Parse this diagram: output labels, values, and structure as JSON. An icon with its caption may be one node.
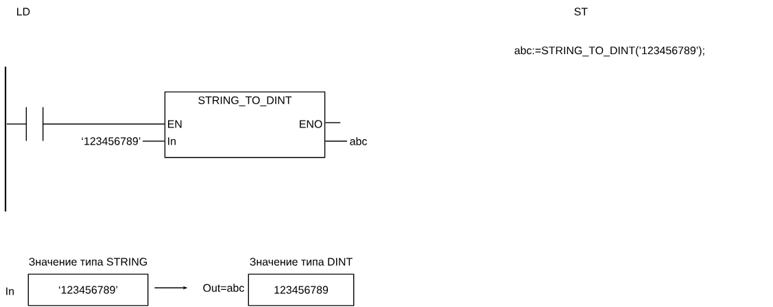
{
  "diagram": {
    "nodes": [
      {
        "text": [],
        "shape": "bar"
      },
      {
        "text": [],
        "shape": "contact"
      },
      {
        "text": [
          "STRING_TO_DINT",
          "EN",
          "ENO",
          "In"
        ]
      },
      {
        "text": [
          "‘123456789’"
        ]
      },
      {
        "text": [
          "abc"
        ]
      },
      {
        "text": [
          "Значение типа STRING",
          "‘123456789’"
        ],
        "beside": [
          "In"
        ]
      },
      {
        "text": [
          "Значение типа DINT",
          "123456789"
        ],
        "beside": [
          "Out=abc"
        ]
      }
    ],
    "edges": [
      {
        "from": 0,
        "to": 1,
        "arrow": "none"
      },
      {
        "from": 1,
        "to": 2,
        "arrow": "none"
      },
      {
        "from": 3,
        "to": 2,
        "arrow": "none"
      },
      {
        "from": 2,
        "to": null,
        "arrow": "none"
      },
      {
        "from": 2,
        "to": 4,
        "arrow": "none"
      },
      {
        "from": 5,
        "to": 6,
        "arrow": "to"
      }
    ],
    "labels": [
      "LD",
      "ST",
      "abc:=STRING_TO_DINT(’123456789’);"
    ]
  }
}
